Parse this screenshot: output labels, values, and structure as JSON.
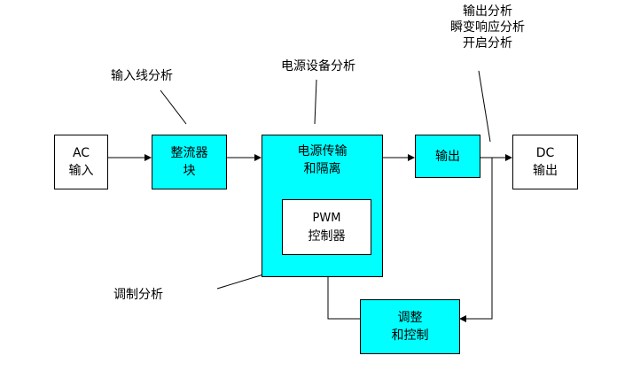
{
  "colors": {
    "block_fill": "#00ffff",
    "terminal_fill": "#ffffff",
    "line": "#000000"
  },
  "blocks": {
    "ac_input": {
      "line1": "AC",
      "line2": "输入"
    },
    "rectifier": {
      "line1": "整流器",
      "line2": "块"
    },
    "power_transfer": {
      "line1": "电源传输",
      "line2": "和隔离"
    },
    "pwm": {
      "line1": "PWM",
      "line2": "控制器"
    },
    "output": {
      "line1": "输出"
    },
    "dc_output": {
      "line1": "DC",
      "line2": "输出"
    },
    "regulation": {
      "line1": "调整",
      "line2": "和控制"
    }
  },
  "annotations": {
    "input_line": "输入线分析",
    "power_device": "电源设备分析",
    "output_group": [
      "输出分析",
      "瞬变响应分析",
      "开启分析"
    ],
    "modulation": "调制分析"
  }
}
